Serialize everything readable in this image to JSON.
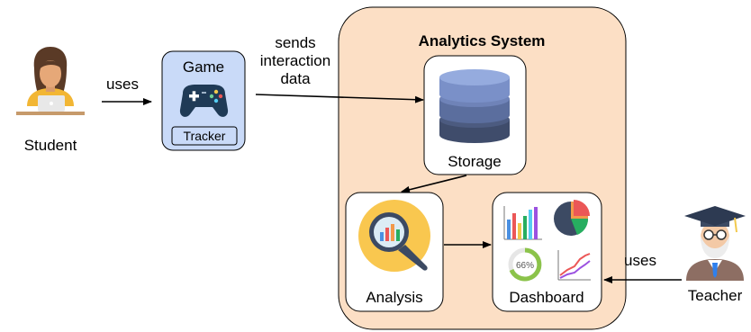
{
  "system": {
    "title": "Analytics System"
  },
  "actors": {
    "student": {
      "label": "Student",
      "icon": "student-laptop-icon"
    },
    "teacher": {
      "label": "Teacher",
      "icon": "teacher-graduation-cap-icon"
    }
  },
  "game": {
    "title": "Game",
    "component": "Tracker",
    "icon": "gamepad-icon"
  },
  "edges": {
    "student_game": "uses",
    "game_storage": [
      "sends",
      "interaction",
      "data"
    ],
    "teacher_dashboard": "uses"
  },
  "nodes": {
    "storage": {
      "label": "Storage",
      "icon": "database-icon"
    },
    "analysis": {
      "label": "Analysis",
      "icon": "magnifier-chart-icon"
    },
    "dashboard": {
      "label": "Dashboard",
      "icon": "charts-dashboard-icon",
      "gauge_text": "66%"
    }
  },
  "colors": {
    "system_fill": "#fcdfc5",
    "game_fill": "#c9daf8",
    "db_top": "#8aa0d6",
    "db_mid": "#5b6e9e",
    "db_bottom": "#3f4c6b"
  }
}
